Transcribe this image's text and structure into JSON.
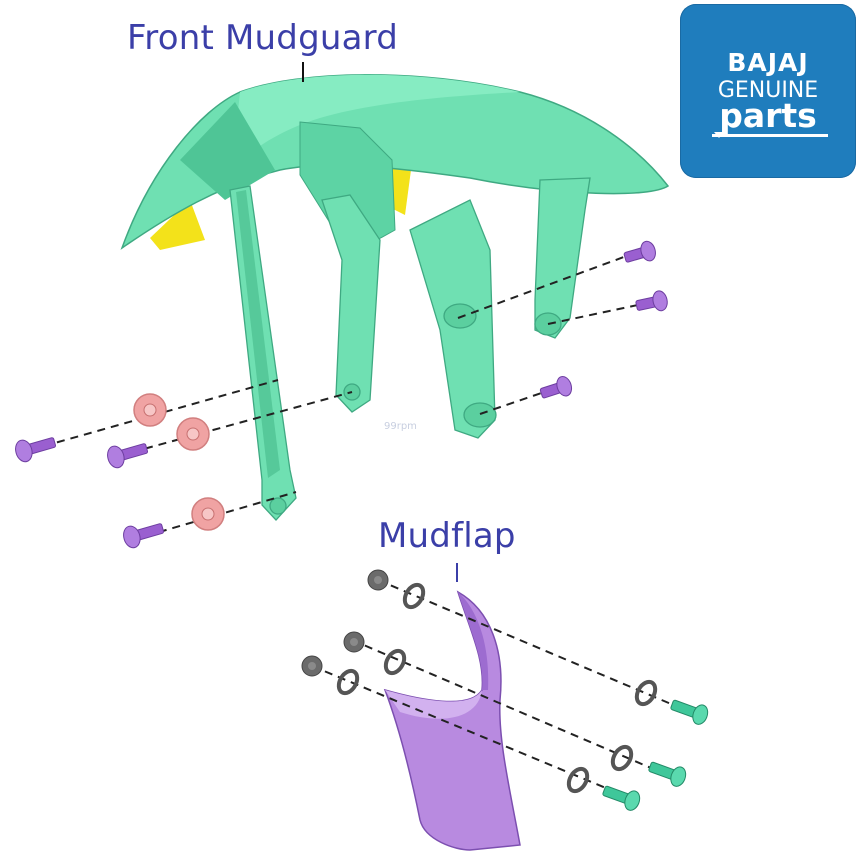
{
  "labels": {
    "front_mudguard": "Front Mudguard",
    "mudflap": "Mudflap"
  },
  "logo": {
    "brand": "BAJAJ",
    "line1": "GENUINE",
    "line2": "parts"
  },
  "watermark": "99rpm",
  "colors": {
    "label_text": "#3b3fa8",
    "mudguard_green": "#6fe0b2",
    "mudguard_shadow": "#44b98a",
    "mudflap_purple": "#b88ae0",
    "bolt_purple": "#9a5fd0",
    "washer_pink": "#f0a3a3",
    "bolt_green": "#3fc79a",
    "nut_gray": "#6b6b6b",
    "logo_blue": "#1f7dbd",
    "yellow_accent": "#f3e21a"
  }
}
